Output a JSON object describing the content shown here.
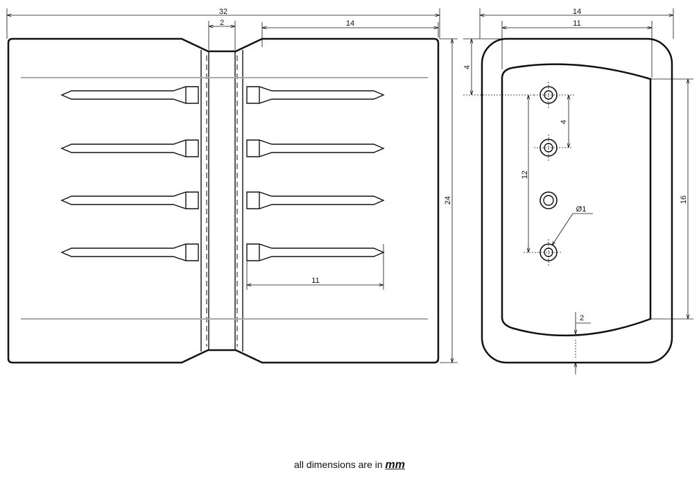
{
  "front_view": {
    "dim_total_width": "32",
    "dim_slot_width": "2",
    "dim_right_width": "14",
    "dim_height": "24",
    "dim_pin_length": "11"
  },
  "side_view": {
    "dim_outer_width": "14",
    "dim_inner_width": "11",
    "dim_top_offset": "4",
    "dim_pitch": "4",
    "dim_pin_span": "12",
    "dim_inner_height": "16",
    "dim_hole_diameter": "Ø1",
    "dim_bottom_offset": "2"
  },
  "footnote": {
    "text": "all dimensions are in",
    "unit": "mm"
  }
}
